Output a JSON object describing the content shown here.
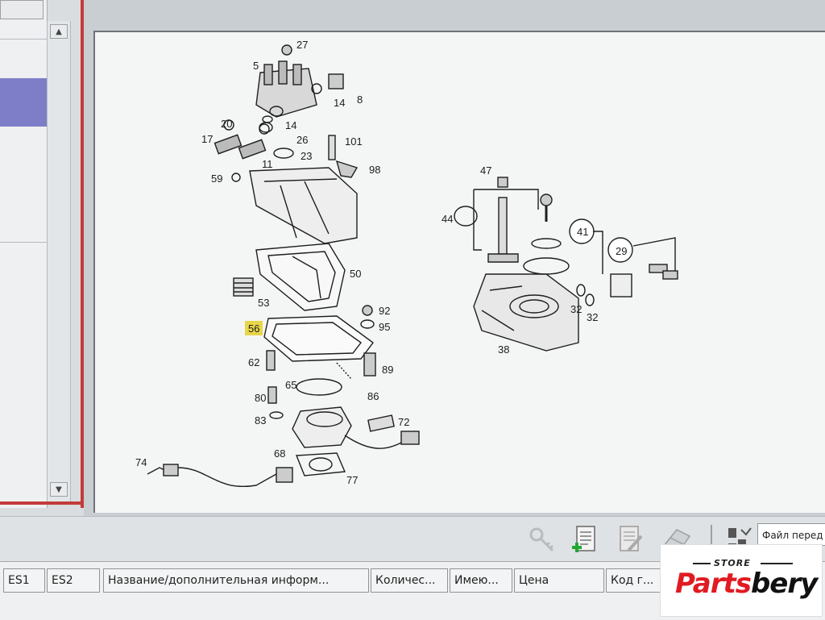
{
  "diagram": {
    "labels": [
      "27",
      "5",
      "14",
      "8",
      "20",
      "14",
      "26",
      "17",
      "23",
      "101",
      "11",
      "98",
      "59",
      "47",
      "44",
      "41",
      "29",
      "50",
      "53",
      "92",
      "95",
      "56",
      "32",
      "32",
      "38",
      "62",
      "89",
      "65",
      "86",
      "80",
      "72",
      "83",
      "68",
      "74",
      "77"
    ],
    "highlighted": "56"
  },
  "toolbar": {
    "file_field": "Файл перед",
    "icons": [
      "key-search-icon",
      "add-document-icon",
      "edit-document-icon",
      "eraser-icon",
      "filter-icon"
    ]
  },
  "table": {
    "columns": [
      "ES1",
      "ES2",
      "Название/дополнительная информ...",
      "Количес...",
      "Имею...",
      "Цена",
      "Код г..."
    ]
  },
  "brand": {
    "store": "STORE",
    "name_red": "Parts",
    "name_black": "bery",
    "accent": "#e11b22"
  }
}
